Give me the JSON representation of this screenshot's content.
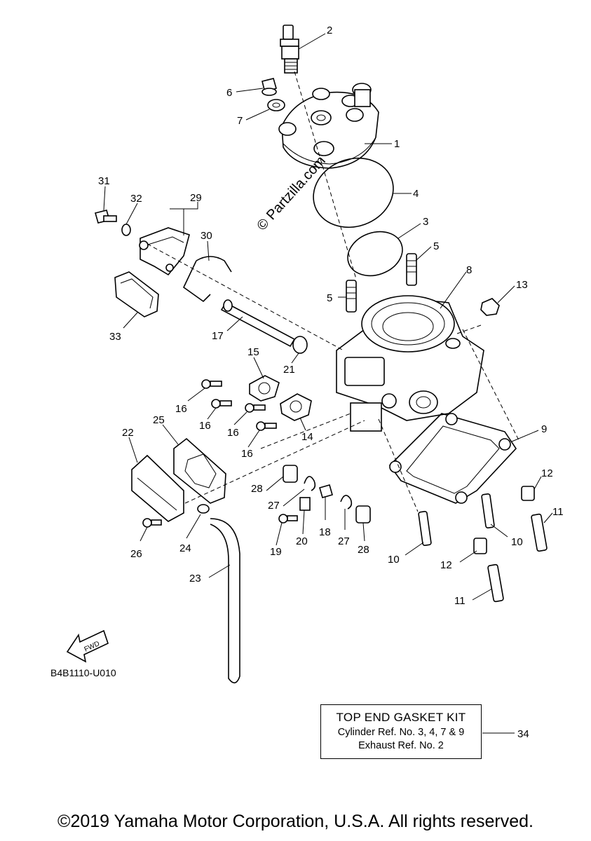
{
  "diagram": {
    "watermark": "© Partzilla.com",
    "diagram_code": "B4B1110-U010",
    "fwd_label": "FWD",
    "callouts": [
      {
        "id": "c2",
        "label": "2"
      },
      {
        "id": "c6",
        "label": "6"
      },
      {
        "id": "c7",
        "label": "7"
      },
      {
        "id": "c1",
        "label": "1"
      },
      {
        "id": "c4",
        "label": "4"
      },
      {
        "id": "c3",
        "label": "3"
      },
      {
        "id": "c5a",
        "label": "5"
      },
      {
        "id": "c5b",
        "label": "5"
      },
      {
        "id": "c8",
        "label": "8"
      },
      {
        "id": "c13",
        "label": "13"
      },
      {
        "id": "c31",
        "label": "31"
      },
      {
        "id": "c32",
        "label": "32"
      },
      {
        "id": "c29",
        "label": "29"
      },
      {
        "id": "c30",
        "label": "30"
      },
      {
        "id": "c33",
        "label": "33"
      },
      {
        "id": "c17",
        "label": "17"
      },
      {
        "id": "c21",
        "label": "21"
      },
      {
        "id": "c15",
        "label": "15"
      },
      {
        "id": "c16a",
        "label": "16"
      },
      {
        "id": "c16b",
        "label": "16"
      },
      {
        "id": "c16c",
        "label": "16"
      },
      {
        "id": "c16d",
        "label": "16"
      },
      {
        "id": "c14",
        "label": "14"
      },
      {
        "id": "c9",
        "label": "9"
      },
      {
        "id": "c22",
        "label": "22"
      },
      {
        "id": "c25",
        "label": "25"
      },
      {
        "id": "c28a",
        "label": "28"
      },
      {
        "id": "c27a",
        "label": "27"
      },
      {
        "id": "c12a",
        "label": "12"
      },
      {
        "id": "c11a",
        "label": "11"
      },
      {
        "id": "c26",
        "label": "26"
      },
      {
        "id": "c24",
        "label": "24"
      },
      {
        "id": "c19",
        "label": "19"
      },
      {
        "id": "c20",
        "label": "20"
      },
      {
        "id": "c18",
        "label": "18"
      },
      {
        "id": "c27b",
        "label": "27"
      },
      {
        "id": "c28b",
        "label": "28"
      },
      {
        "id": "c10a",
        "label": "10"
      },
      {
        "id": "c10b",
        "label": "10"
      },
      {
        "id": "c12b",
        "label": "12"
      },
      {
        "id": "c23",
        "label": "23"
      },
      {
        "id": "c11b",
        "label": "11"
      },
      {
        "id": "c34",
        "label": "34"
      }
    ]
  },
  "kit": {
    "title": "TOP END GASKET KIT",
    "line1": "Cylinder Ref. No. 3, 4, 7 & 9",
    "line2": "Exhaust Ref. No. 2"
  },
  "footer": {
    "copyright": "©2019 Yamaha Motor Corporation, U.S.A. All rights reserved."
  }
}
